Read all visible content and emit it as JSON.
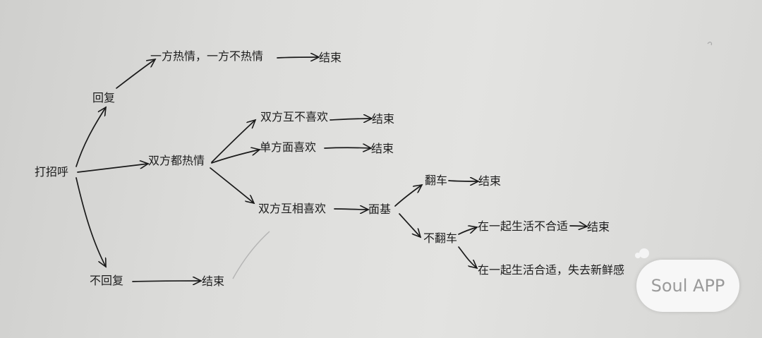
{
  "diagram": {
    "nodes": {
      "greet": "打招呼",
      "reply": "回复",
      "one_side_warm": "一方热情，一方不热情",
      "end_1": "结束",
      "both_warm": "双方都热情",
      "both_dislike": "双方互不喜欢",
      "end_2": "结束",
      "one_side_like": "单方面喜欢",
      "end_3": "结束",
      "both_like": "双方互相喜欢",
      "meet": "面基",
      "flip": "翻车",
      "end_4": "结束",
      "no_flip": "不翻车",
      "not_fit": "在一起生活不合适",
      "end_5": "结束",
      "fit": "在一起生活合适，失去新鲜感",
      "no_reply": "不回复",
      "end_6": "结束"
    }
  },
  "watermark": {
    "text": "Soul APP"
  }
}
